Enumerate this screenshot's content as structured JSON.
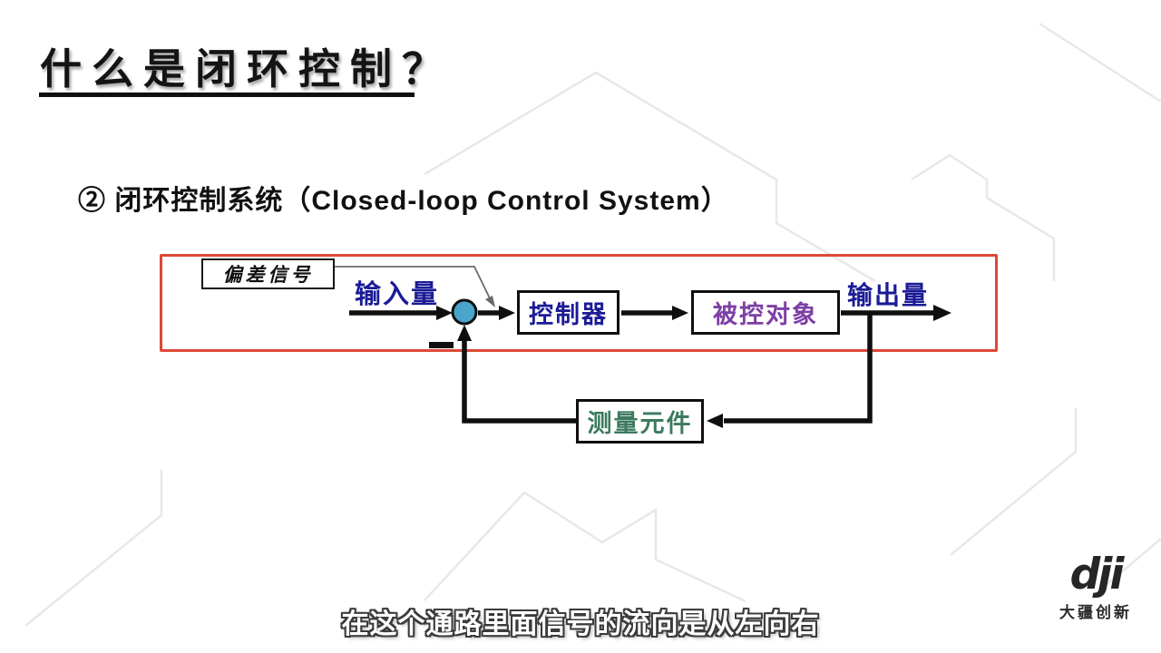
{
  "page": {
    "title": "什么是闭环控制？",
    "subtitle": "② 闭环控制系统（Closed-loop Control System）",
    "caption": "在这个通路里面信号的流向是从左向右"
  },
  "diagram": {
    "deviation_label": "偏差信号",
    "input_label": "输入量",
    "output_label": "输出量",
    "minus_sign": "−",
    "blocks": {
      "controller": "控制器",
      "plant": "被控对象",
      "sensor": "测量元件"
    },
    "colors": {
      "frame_red": "#dd4836",
      "junction_blue_fill": "#4aa5cd",
      "label_navy": "#1b1b96",
      "plant_purple": "#7d3fa5",
      "sensor_green": "#3d7a60",
      "line_black": "#0f0f0f",
      "leader_gray": "#6a6a6a"
    }
  },
  "branding": {
    "logo": "dji",
    "company": "大疆创新"
  }
}
